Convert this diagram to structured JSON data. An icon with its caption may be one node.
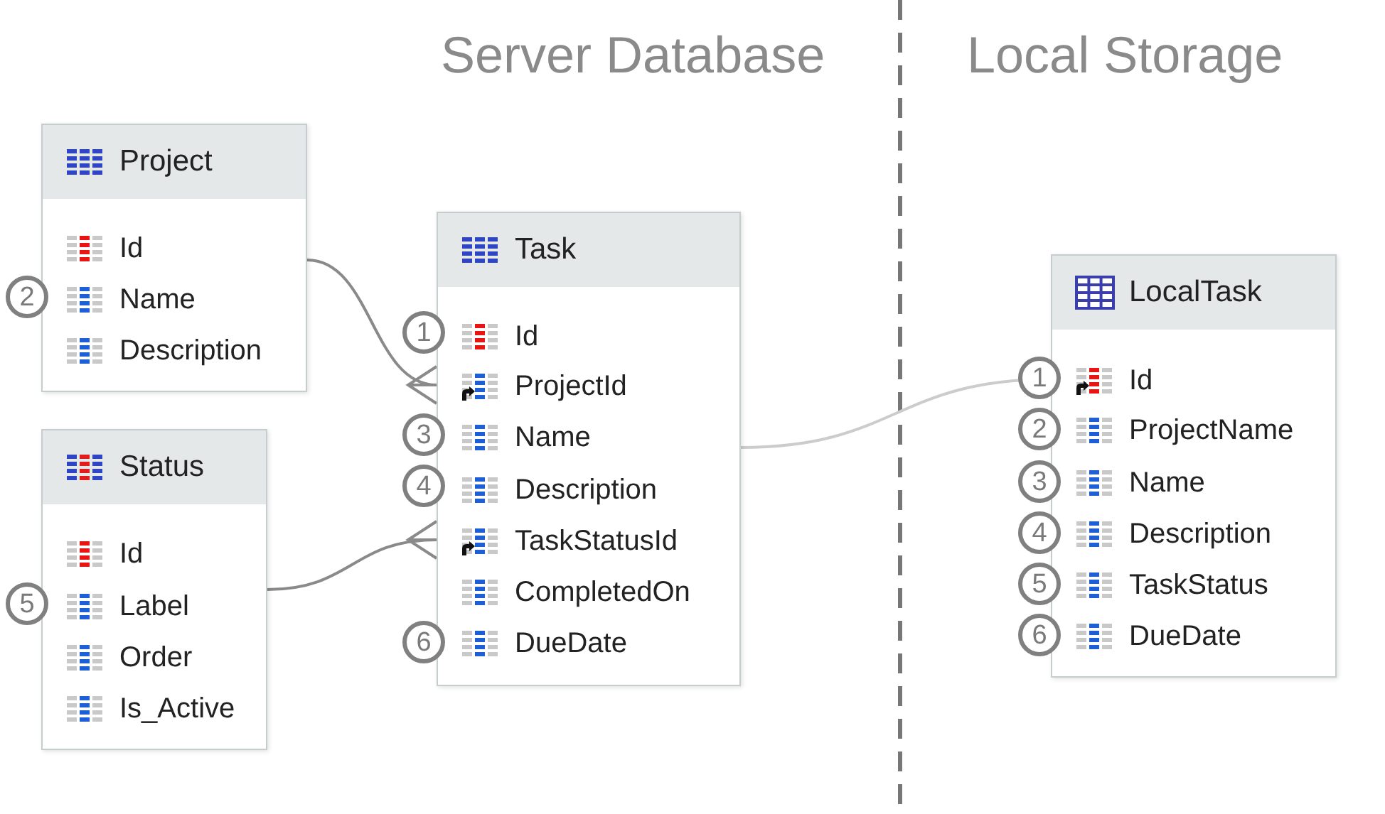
{
  "diagram": {
    "nodes": [
      {
        "text": [
          "Project",
          "Id",
          "Name",
          "Description"
        ]
      },
      {
        "text": [
          "Status",
          "Id",
          "Label",
          "Order",
          "Is_Active"
        ]
      },
      {
        "text": [
          "Task",
          "Id",
          "ProjectId",
          "Name",
          "Description",
          "TaskStatusId",
          "CompletedOn",
          "DueDate"
        ]
      },
      {
        "text": [
          "LocalTask",
          "Id",
          "ProjectName",
          "Name",
          "Description",
          "TaskStatus",
          "DueDate"
        ]
      }
    ],
    "edges": [
      {
        "from": 0,
        "to": 2,
        "arrow": "other"
      },
      {
        "from": 1,
        "to": 2,
        "arrow": "other"
      },
      {
        "from": 2,
        "to": 3,
        "arrow": "none",
        "color": "#cccccc"
      }
    ],
    "labels": [
      "Server Database",
      "Local Storage",
      "2",
      "5",
      "1",
      "3",
      "4",
      "6",
      "1",
      "2",
      "3",
      "4",
      "5",
      "6"
    ]
  }
}
